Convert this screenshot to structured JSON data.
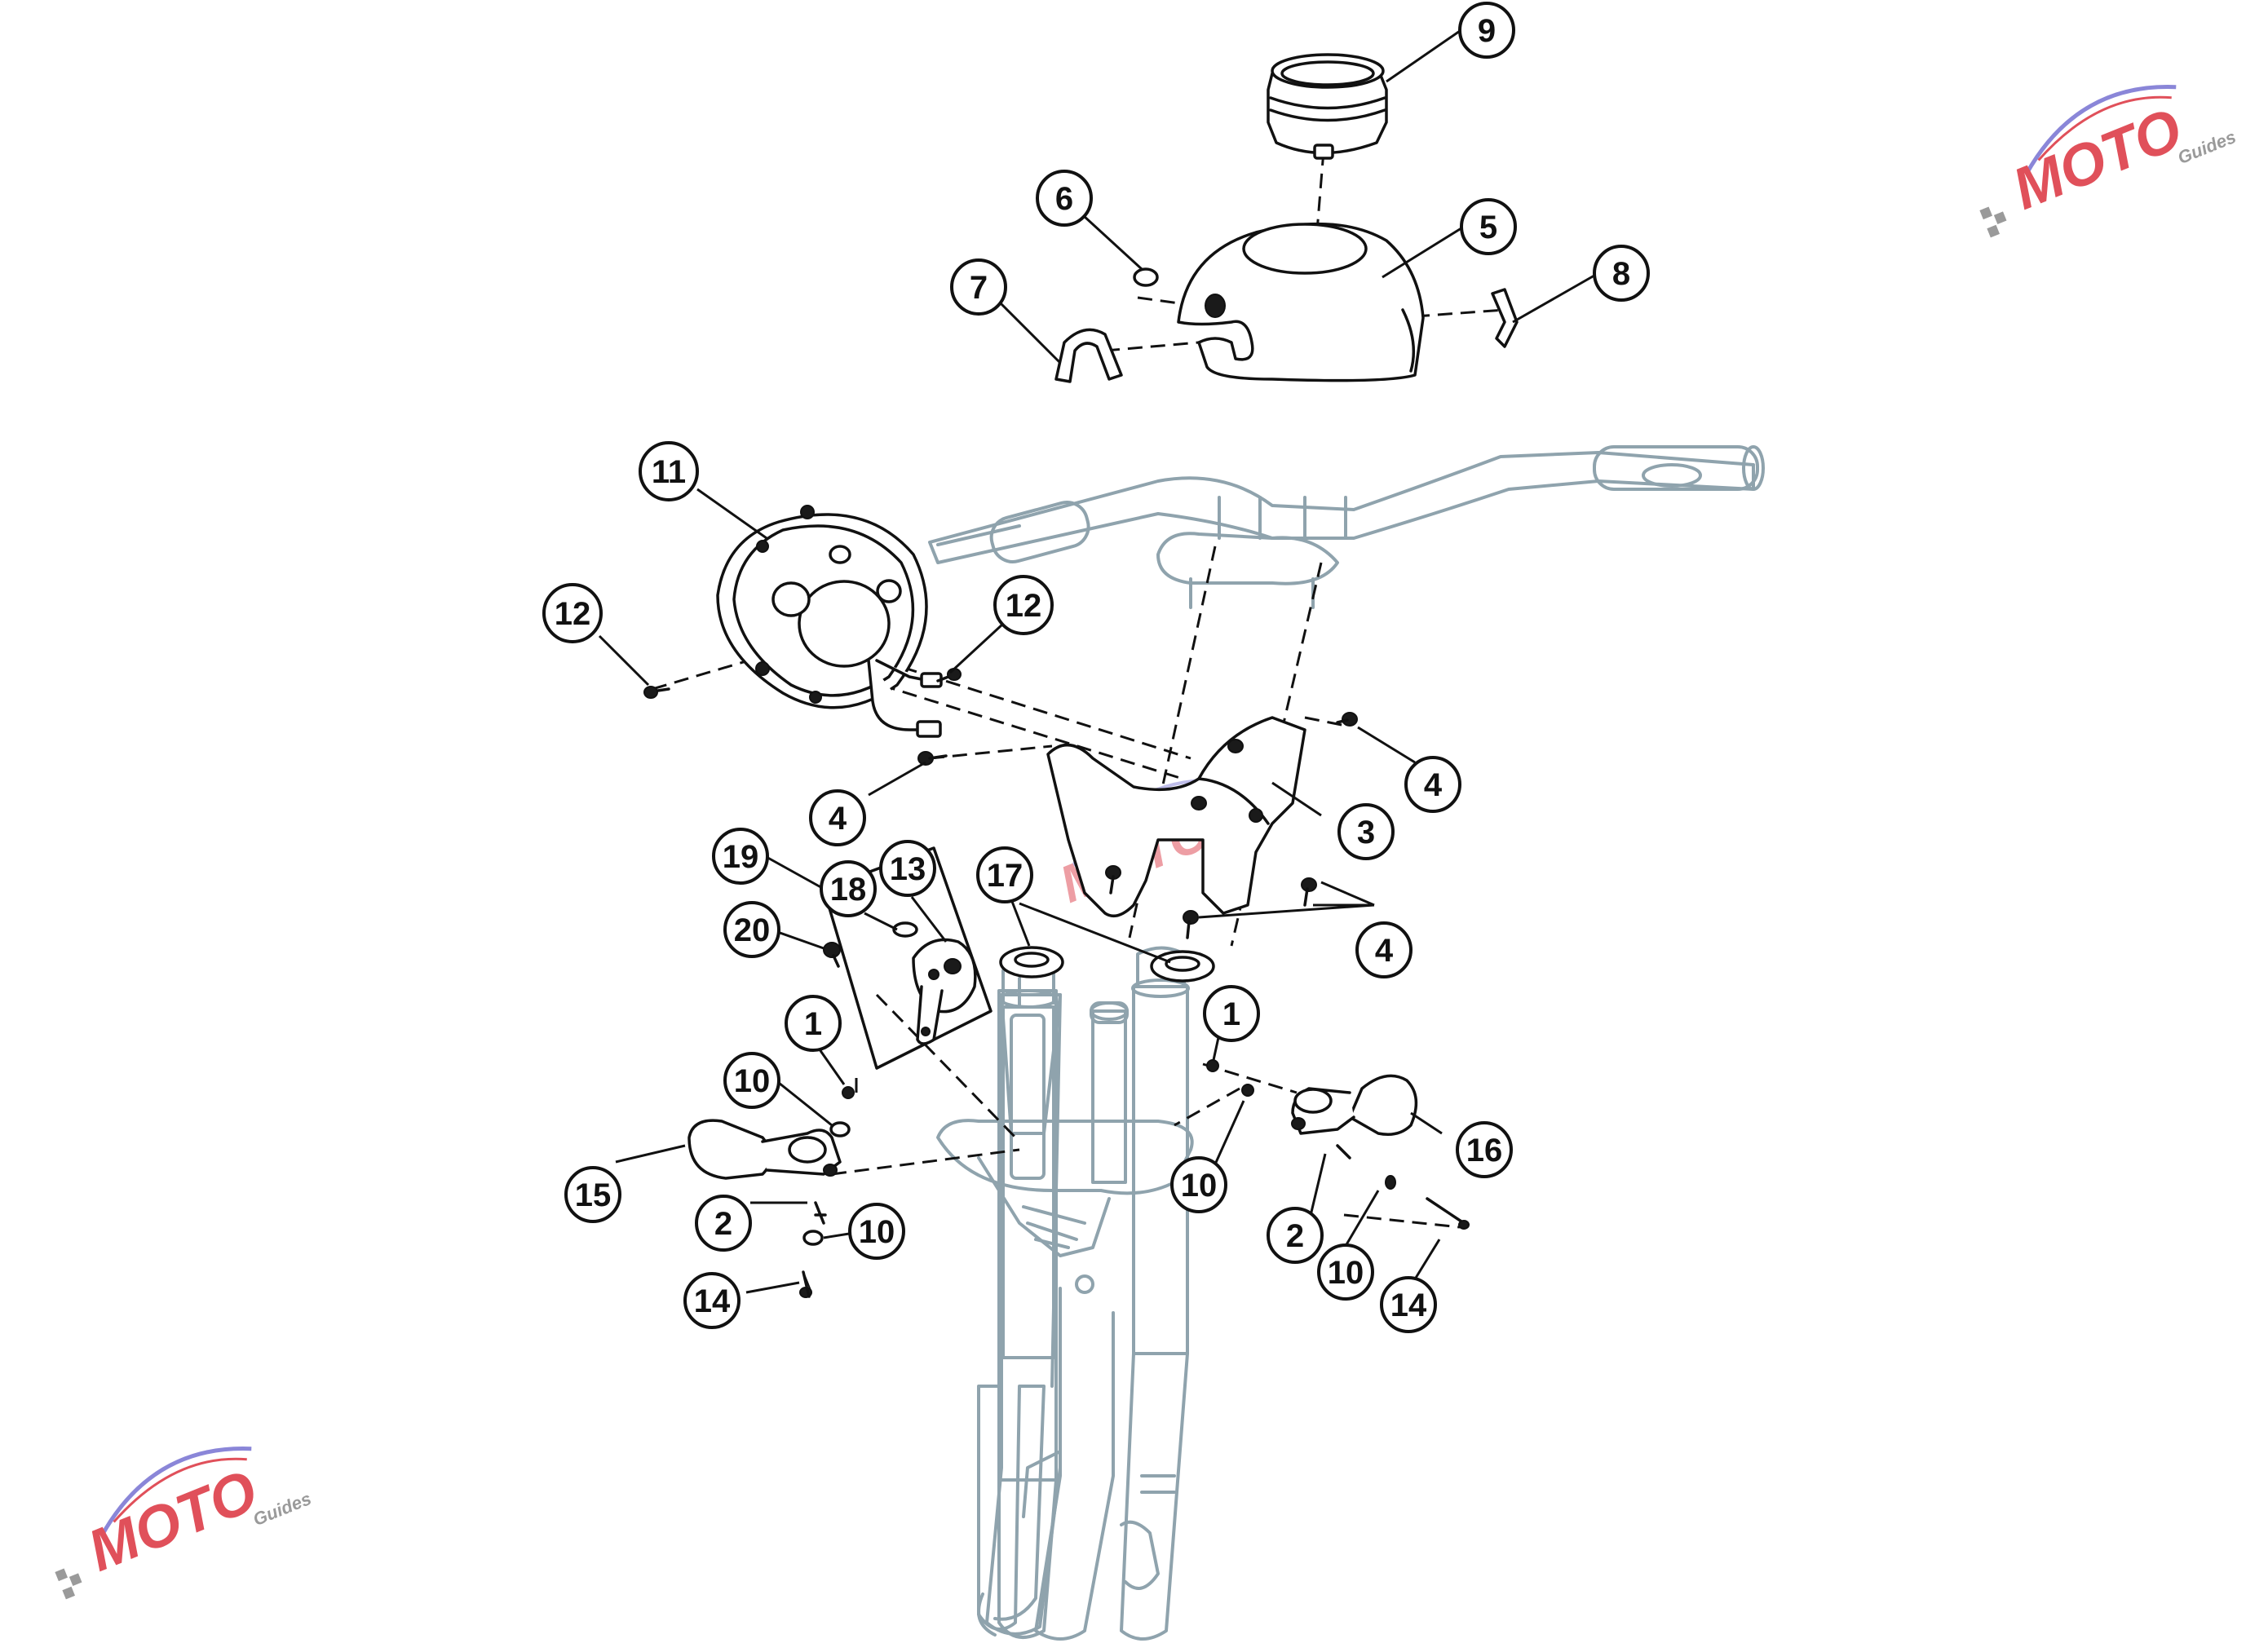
{
  "colors": {
    "fork_line": "#8fa3ad",
    "part_line": "#111111",
    "watermark_red": "#e0505a",
    "watermark_blue": "#8a86d8",
    "watermark_gray": "#9a9a9a"
  },
  "watermark": {
    "brand": "MOTO",
    "sub": "Guides"
  },
  "callouts": [
    {
      "id": "c9",
      "label": "9"
    },
    {
      "id": "c6",
      "label": "6"
    },
    {
      "id": "c5",
      "label": "5"
    },
    {
      "id": "c7",
      "label": "7"
    },
    {
      "id": "c8",
      "label": "8"
    },
    {
      "id": "c11",
      "label": "11"
    },
    {
      "id": "c12a",
      "label": "12"
    },
    {
      "id": "c12b",
      "label": "12"
    },
    {
      "id": "c4a",
      "label": "4"
    },
    {
      "id": "c4b",
      "label": "4"
    },
    {
      "id": "c4c",
      "label": "4"
    },
    {
      "id": "c3",
      "label": "3"
    },
    {
      "id": "c19",
      "label": "19"
    },
    {
      "id": "c18",
      "label": "18"
    },
    {
      "id": "c13",
      "label": "13"
    },
    {
      "id": "c17",
      "label": "17"
    },
    {
      "id": "c20",
      "label": "20"
    },
    {
      "id": "c1a",
      "label": "1"
    },
    {
      "id": "c1b",
      "label": "1"
    },
    {
      "id": "c10a",
      "label": "10"
    },
    {
      "id": "c10b",
      "label": "10"
    },
    {
      "id": "c10c",
      "label": "10"
    },
    {
      "id": "c10d",
      "label": "10"
    },
    {
      "id": "c15",
      "label": "15"
    },
    {
      "id": "c16",
      "label": "16"
    },
    {
      "id": "c2a",
      "label": "2"
    },
    {
      "id": "c2b",
      "label": "2"
    },
    {
      "id": "c14a",
      "label": "14"
    },
    {
      "id": "c14b",
      "label": "14"
    }
  ]
}
